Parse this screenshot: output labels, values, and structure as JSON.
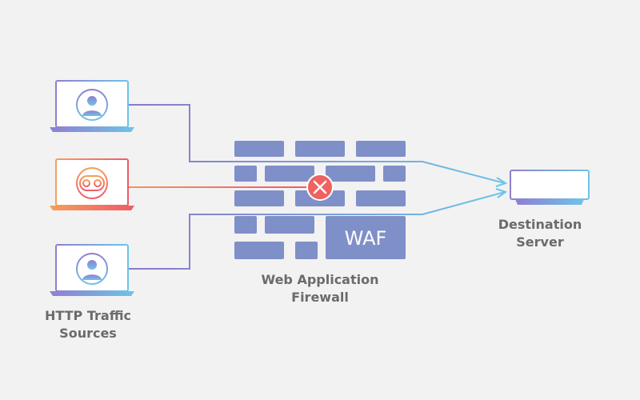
{
  "diagram": {
    "sources_label": [
      "HTTP Traffic",
      "Sources"
    ],
    "firewall_label": [
      "Web Application",
      "Firewall"
    ],
    "firewall_badge": "WAF",
    "server_label": [
      "Destination",
      "Server"
    ],
    "sources": [
      {
        "icon": "user-icon",
        "kind": "legitimate"
      },
      {
        "icon": "bot-icon",
        "kind": "malicious",
        "blocked": true
      },
      {
        "icon": "user-icon",
        "kind": "legitimate"
      }
    ],
    "colors": {
      "background": "#f2f2f2",
      "wall": "#7f8fc8",
      "legit_start": "#8f7fd0",
      "legit_end": "#6ec3e8",
      "malicious_start": "#f4a05a",
      "malicious_end": "#ef5a6a",
      "text": "#6b6b6b"
    }
  }
}
